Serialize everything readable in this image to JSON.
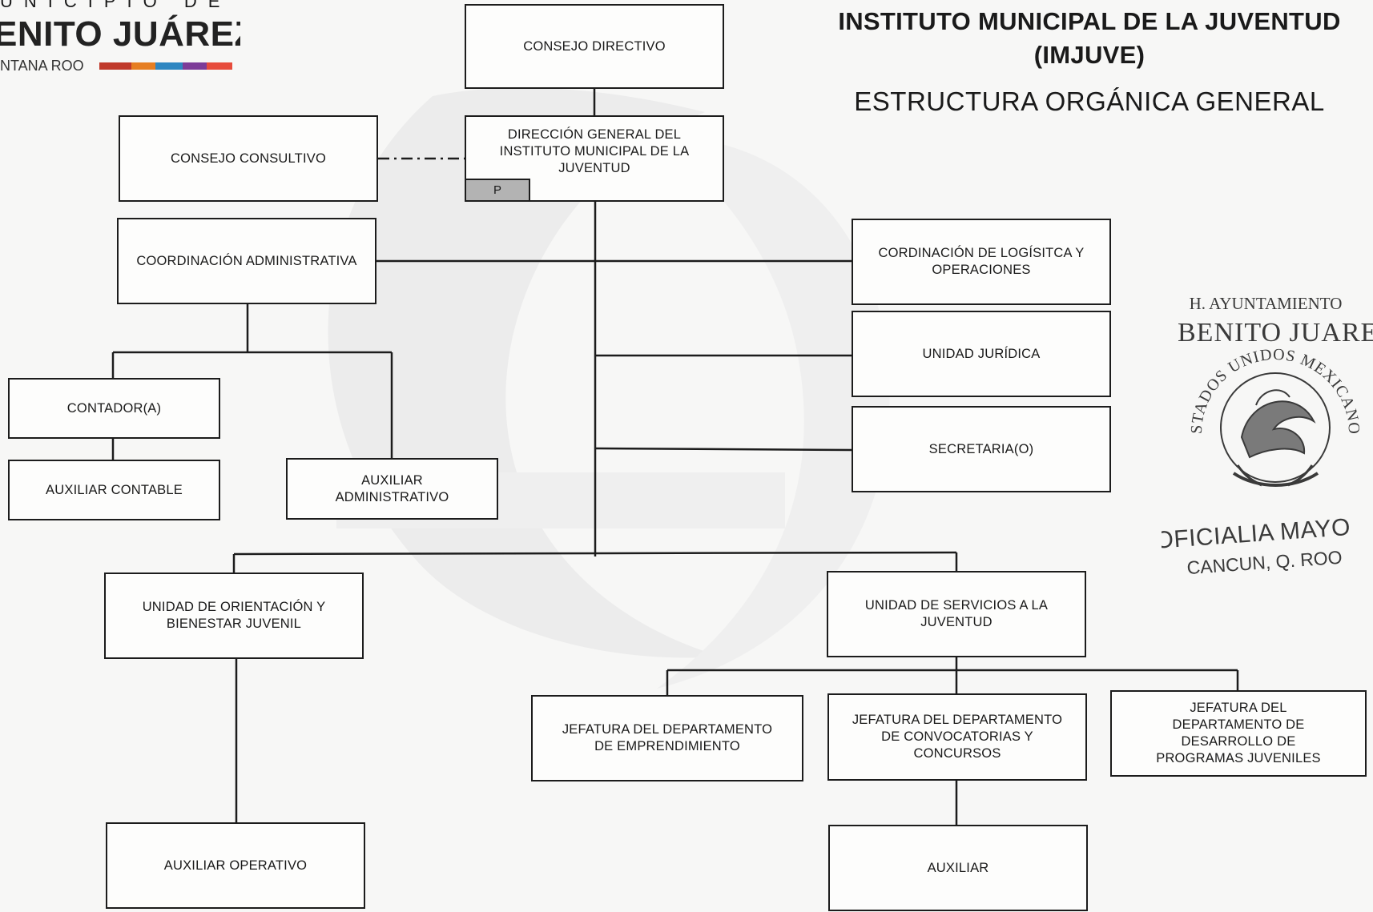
{
  "header": {
    "title_line1": "INSTITUTO MUNICIPAL DE LA JUVENTUD",
    "title_line2": "(IMJUVE)",
    "subtitle": "ESTRUCTURA ORGÁNICA GENERAL"
  },
  "logo": {
    "line1": "UNICIPIO DE",
    "line2": "ENITO JUÁREZ",
    "line3": "NTANA ROO",
    "stripe_colors": [
      "#c0392b",
      "#e67e22",
      "#2e86c1",
      "#7d3c98",
      "#e74c3c"
    ]
  },
  "org_chart": {
    "consejo_directivo": "CONSEJO DIRECTIVO",
    "direccion_general": "DIRECCIÓN GENERAL DEL INSTITUTO MUNICIPAL DE LA JUVENTUD",
    "p_marker": "P",
    "consejo_consultivo": "CONSEJO CONSULTIVO",
    "coordinacion_administrativa": "COORDINACIÓN ADMINISTRATIVA",
    "contador": "CONTADOR(A)",
    "auxiliar_contable": "AUXILIAR CONTABLE",
    "auxiliar_administrativo": "AUXILIAR ADMINISTRATIVO",
    "coordinacion_logistica": "CORDINACIÓN DE LOGÍSITCA Y OPERACIONES",
    "unidad_juridica": "UNIDAD JURÍDICA",
    "secretaria": "SECRETARIA(O)",
    "unidad_orientacion": "UNIDAD DE ORIENTACIÓN Y BIENESTAR JUVENIL",
    "auxiliar_operativo": "AUXILIAR OPERATIVO",
    "unidad_servicios": "UNIDAD DE SERVICIOS A LA JUVENTUD",
    "jefatura_emprendimiento": "JEFATURA DEL DEPARTAMENTO DE EMPRENDIMIENTO",
    "jefatura_convocatorias": "JEFATURA DEL DEPARTAMENTO DE CONVOCATORIAS Y CONCURSOS",
    "jefatura_programas": "JEFATURA DEL DEPARTAMENTO DE DESARROLLO DE PROGRAMAS JUVENILES",
    "auxiliar": "AUXILIAR"
  },
  "seal": {
    "line1": "H. AYUNTAMIENTO",
    "line2": "BENITO JUARE",
    "ring_text": "ESTADOS UNIDOS MEXICANOS",
    "line3": "OFICIALIA MAYO",
    "line4": "CANCUN, Q. ROO"
  }
}
